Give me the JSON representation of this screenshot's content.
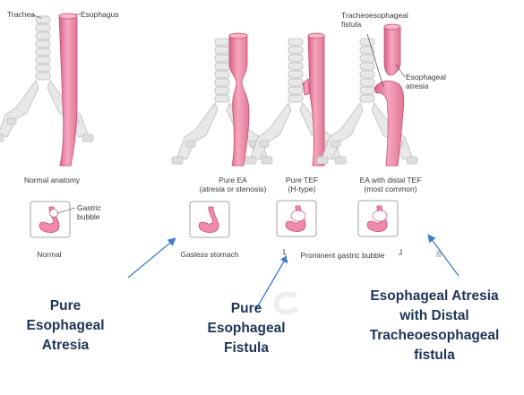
{
  "labels": {
    "trachea": "Trachea",
    "esophagus": "Esophagus",
    "tef_line1": "Tracheoesophageal",
    "tef_line2": "fistula",
    "atresia_line1": "Esophageal",
    "atresia_line2": "atresia",
    "gastric_line1": "Gastric",
    "gastric_line2": "bubble"
  },
  "panels": [
    {
      "caption_line1": "Normal anatomy",
      "caption_line2": ""
    },
    {
      "caption_line1": "Pure EA",
      "caption_line2": "(atresia or stenosis)"
    },
    {
      "caption_line1": "Pure TEF",
      "caption_line2": "(H-type)"
    },
    {
      "caption_line1": "EA with distal TEF",
      "caption_line2": "(most common)"
    }
  ],
  "stomach_captions": {
    "normal": "Normal",
    "gasless": "Gasless stomach",
    "prominent": "Prominent gastric bubble"
  },
  "annotations": [
    {
      "lines": [
        "Pure",
        "Esophageal",
        "Atresia"
      ]
    },
    {
      "lines": [
        "Pure",
        "Esophageal",
        "Fistula"
      ]
    },
    {
      "lines": [
        "Esophageal Atresia",
        "with Distal",
        "Tracheoesophageal",
        "fistula"
      ]
    }
  ],
  "colors": {
    "esophagus": "#f08aaa",
    "esophagus_edge": "#c84f75",
    "trachea": "#e6e6e6",
    "trachea_edge": "#b9b9b9",
    "arrow": "#3f7cc9",
    "annotation_text": "#1e3558"
  }
}
